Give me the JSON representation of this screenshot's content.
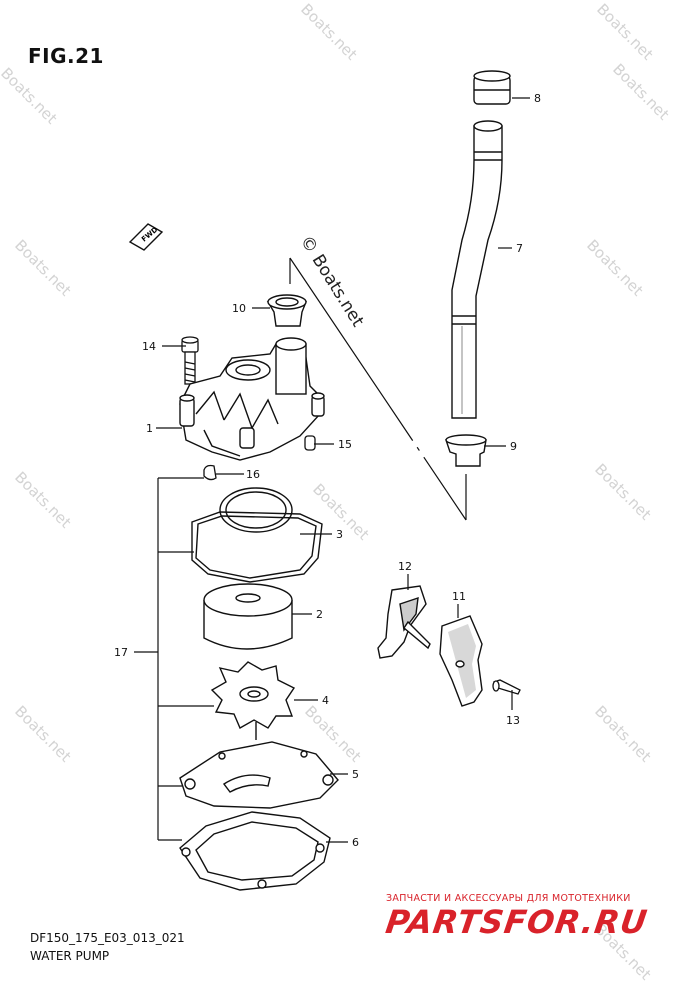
{
  "figure": {
    "title": "FIG.21",
    "code": "DF150_175_E03_013_021",
    "name": "WATER PUMP"
  },
  "watermark": {
    "text": "Boats.net",
    "center_text": "© Boats.net",
    "color": "#cfcfcf"
  },
  "fwd_label": "FWD",
  "callouts": [
    {
      "num": "1"
    },
    {
      "num": "2"
    },
    {
      "num": "3"
    },
    {
      "num": "4"
    },
    {
      "num": "5"
    },
    {
      "num": "6"
    },
    {
      "num": "7"
    },
    {
      "num": "8"
    },
    {
      "num": "9"
    },
    {
      "num": "10"
    },
    {
      "num": "11"
    },
    {
      "num": "12"
    },
    {
      "num": "13"
    },
    {
      "num": "14"
    },
    {
      "num": "15"
    },
    {
      "num": "16"
    },
    {
      "num": "17"
    }
  ],
  "promo": {
    "tagline": "ЗАПЧАСТИ И АКСЕССУАРЫ ДЛЯ МОТОТЕХНИКИ",
    "brand": "PARTSFOR.RU",
    "color": "#d9222a"
  }
}
